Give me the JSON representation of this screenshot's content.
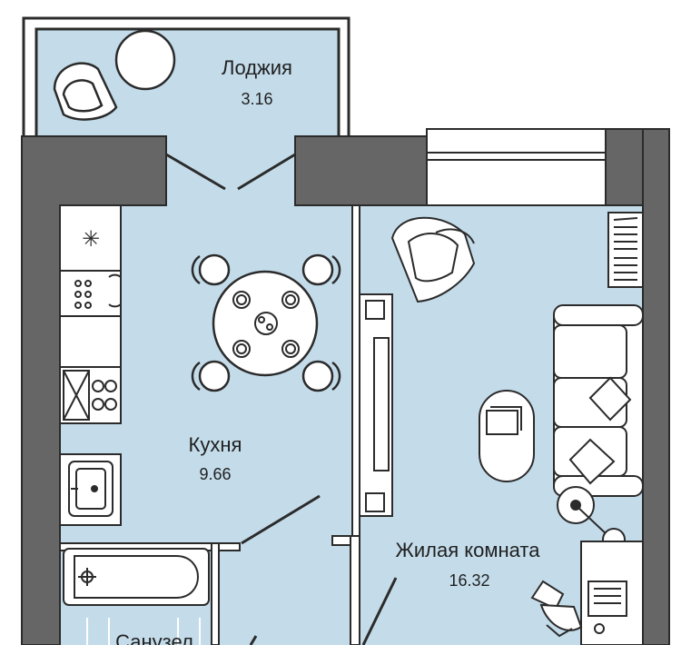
{
  "plan": {
    "rooms": [
      {
        "id": "loggia",
        "name": "Лоджия",
        "area": "3.16"
      },
      {
        "id": "kitchen",
        "name": "Кухня",
        "area": "9.66"
      },
      {
        "id": "living",
        "name": "Жилая комната",
        "area": "16.32"
      },
      {
        "id": "bath",
        "name": "Санузел",
        "area": ""
      }
    ],
    "colors": {
      "floor": "#c4dcea",
      "wall": "#666666",
      "outline": "#2b2b2b",
      "furniture_fill": "#ffffff"
    }
  }
}
